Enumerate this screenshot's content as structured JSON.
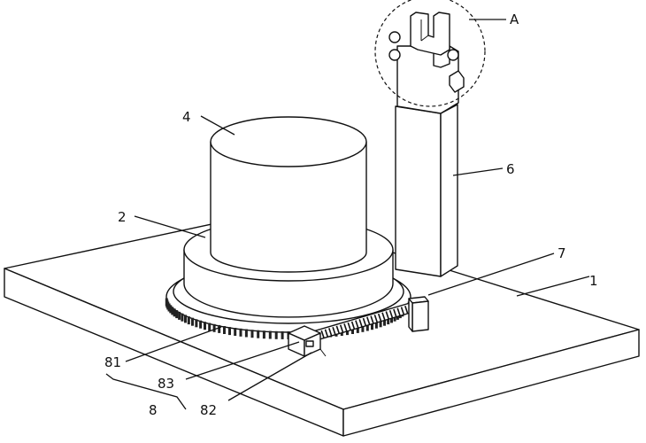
{
  "labels": {
    "l1": "1",
    "l2": "2",
    "l4": "4",
    "l6": "6",
    "l7": "7",
    "l8": "8",
    "l81": "81",
    "l82": "82",
    "l83": "83",
    "lA": "A"
  }
}
